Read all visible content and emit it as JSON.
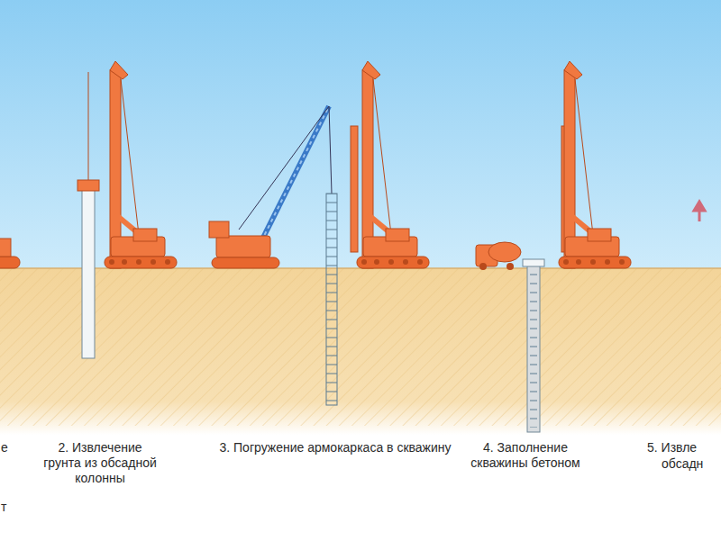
{
  "diagram": {
    "labels": [
      "е",
      "т",
      "2. Извлечение грунта из обсадной колонны",
      "3. Погружение армокаркаса в скважину",
      "4. Заполнение скважины бетоном",
      "5. Извле",
      "обсадн"
    ]
  }
}
